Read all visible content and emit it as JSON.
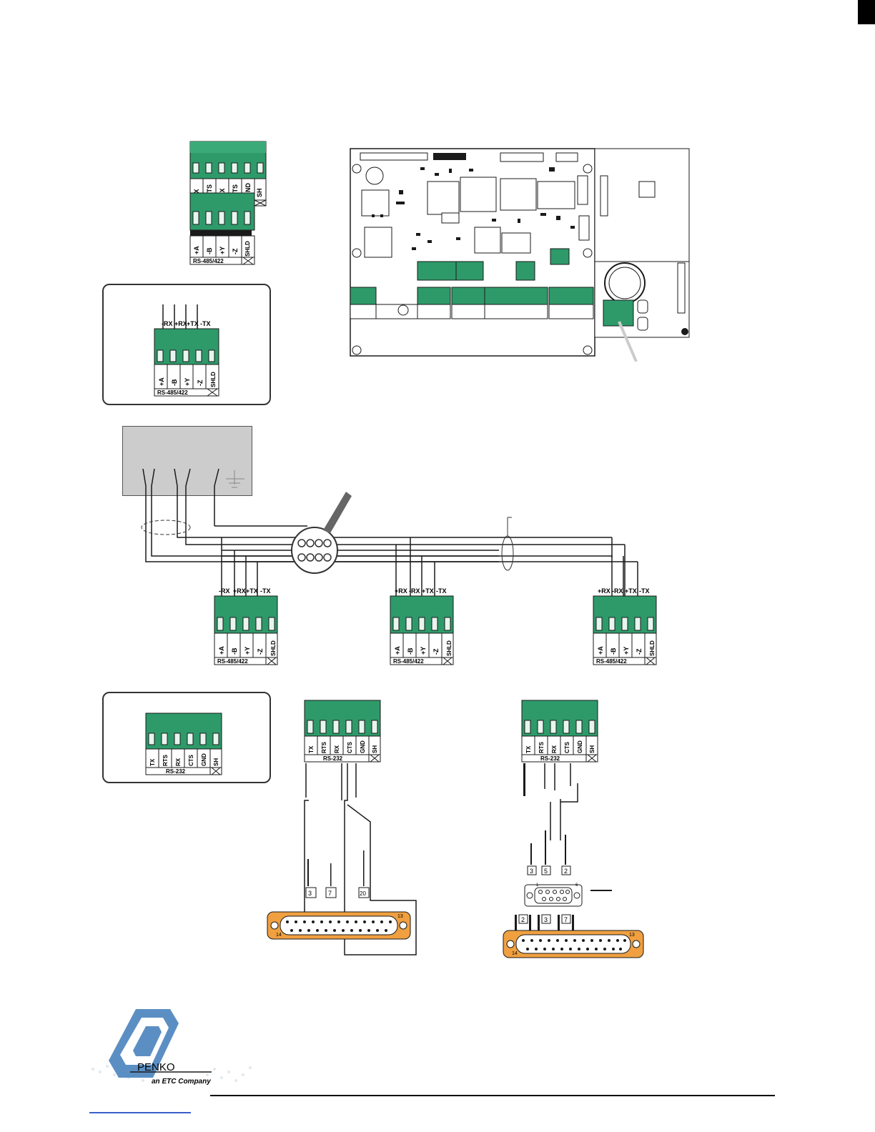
{
  "colors": {
    "terminal_green": "#2e9a6a",
    "terminal_dark": "#1f6f4a",
    "pc_gray": "#cccccc",
    "db_orange": "#f0a040",
    "logo_blue": "#5b8fc4",
    "link_blue": "#3a5fcd"
  },
  "connectors": {
    "top232": {
      "pins": [
        "TX",
        "RTS",
        "RX",
        "CTS",
        "GND",
        "SH"
      ]
    },
    "top485": {
      "pins": [
        "+A",
        "-B",
        "+Y",
        "-Z",
        "SHLD"
      ],
      "footer": "RS-485/422"
    },
    "detail485": {
      "wires": [
        "-RX",
        "+RX",
        "+TX",
        "-TX"
      ],
      "pins": [
        "+A",
        "-B",
        "+Y",
        "-Z",
        "SHLD"
      ],
      "footer": "RS-485/422"
    },
    "bus": [
      {
        "wires": [
          "-RX",
          "+RX",
          "+TX",
          "-TX"
        ],
        "pins": [
          "+A",
          "-B",
          "+Y",
          "-Z",
          "SHLD"
        ],
        "footer": "RS-485/422"
      },
      {
        "wires": [
          "+RX",
          "-RX",
          "+TX",
          "-TX"
        ],
        "pins": [
          "+A",
          "-B",
          "+Y",
          "-Z",
          "SHLD"
        ],
        "footer": "RS-485/422"
      },
      {
        "wires": [
          "+RX",
          "-RX",
          "+TX",
          "-TX"
        ],
        "pins": [
          "+A",
          "-B",
          "+Y",
          "-Z",
          "SHLD"
        ],
        "footer": "RS-485/422"
      }
    ],
    "detail232": {
      "pins": [
        "TX",
        "RTS",
        "RX",
        "CTS",
        "GND",
        "SH"
      ],
      "footer": "RS-232"
    },
    "rs232_db25": {
      "pins": [
        "TX",
        "RTS",
        "RX",
        "CTS",
        "GND",
        "SH"
      ],
      "footer": "RS-232",
      "pin_tags": [
        "3",
        "7",
        "20"
      ],
      "db_labels": [
        "13",
        "14"
      ]
    },
    "rs232_db9": {
      "pins": [
        "TX",
        "RTS",
        "RX",
        "CTS",
        "GND",
        "SH"
      ],
      "footer": "RS-232",
      "db9_tags": [
        "3",
        "5",
        "2"
      ],
      "db9_labels": [
        "1",
        "6"
      ],
      "db25_tags": [
        "2",
        "3",
        "7"
      ],
      "db25_labels": [
        "13",
        "14"
      ]
    }
  },
  "logo": {
    "brand": "PENKO",
    "tagline": "an ETC Company"
  }
}
